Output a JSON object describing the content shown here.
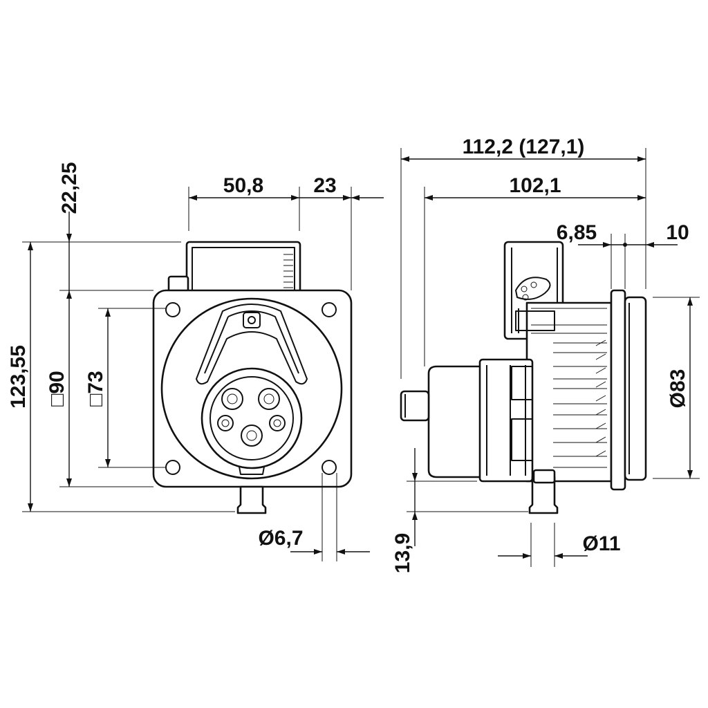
{
  "drawing": {
    "ink_color": "#111111",
    "background": "#ffffff",
    "front_view": {
      "dim_width_upper": "50,8",
      "dim_offset_right": "23",
      "dim_top_offset": "22,25",
      "dim_total_height": "123,55",
      "dim_square_outer": "□90",
      "dim_square_inner": "□73",
      "dim_hole_diameter": "Ø6,7"
    },
    "side_view": {
      "dim_total_length": "112,2 (127,1)",
      "dim_body_length": "102,1",
      "dim_flange_offset": "6,85",
      "dim_flange_thickness": "10",
      "dim_flange_diameter": "Ø83",
      "dim_bottom_height": "13,9",
      "dim_drain_diameter": "Ø11"
    }
  }
}
